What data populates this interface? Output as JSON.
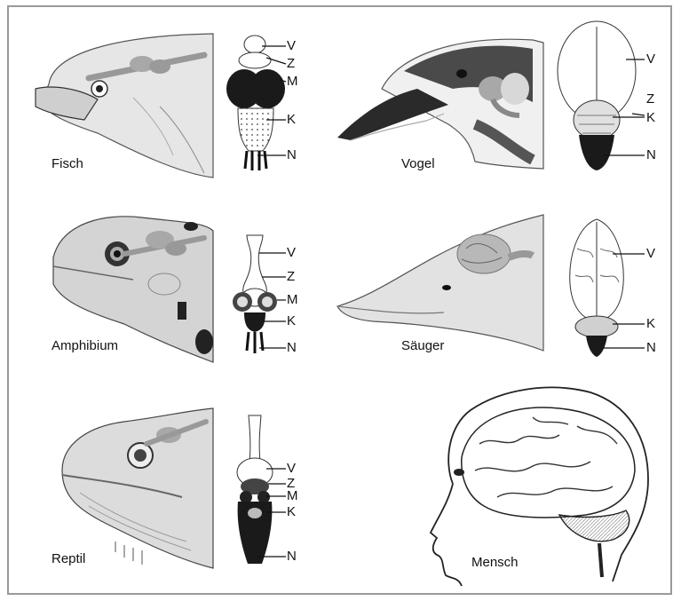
{
  "captions": {
    "fisch": "Fisch",
    "vogel": "Vogel",
    "amphibium": "Amphibium",
    "saeuger": "Säuger",
    "reptil": "Reptil",
    "mensch": "Mensch"
  },
  "labels": {
    "v": "V",
    "z": "Z",
    "m": "M",
    "k": "K",
    "n": "N"
  },
  "colors": {
    "border": "#9a9a9a",
    "brain_gray": "#a8a8a8",
    "skin_light": "#d9d9d9",
    "dark": "#1a1a1a"
  }
}
